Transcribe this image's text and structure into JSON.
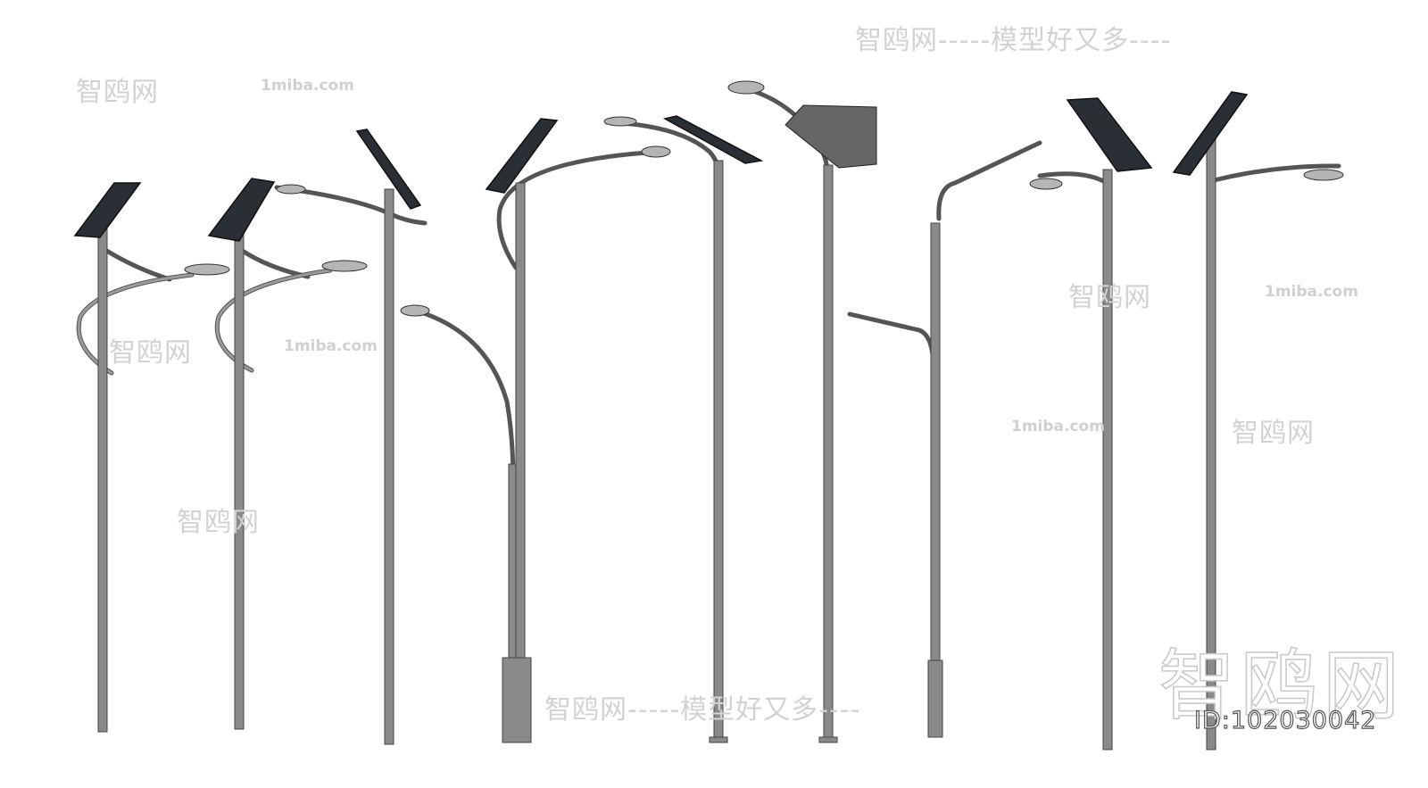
{
  "watermarks": {
    "site_slogan": "智鸥网-----模型好又多----",
    "brand": "智鸥网",
    "domain": "1miba.com",
    "logo_large": "智鸥网",
    "id_label": "ID:102030042"
  },
  "colors": {
    "pole": "#8a8a8a",
    "panel": "#2a2f36",
    "background": "#ffffff"
  }
}
